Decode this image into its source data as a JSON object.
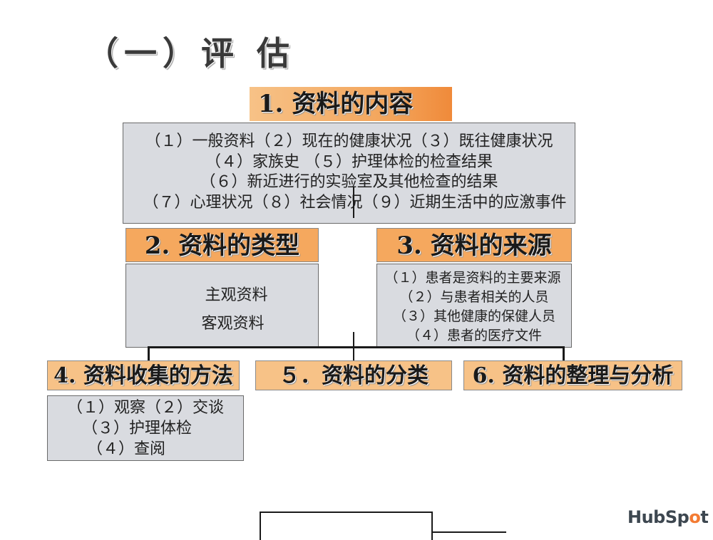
{
  "title": "（一）评 估",
  "content_box": {
    "heading": "1. 资料的内容",
    "lines": [
      "（１）一般资料（２）现在的健康状况（３）既往健康状况",
      "（４）家族史 （５）护理体检的检查结果",
      "（６）新近进行的实验室及其他检查的结果",
      "（７）心理状况（８）社会情况（９）近期生活中的应激事件"
    ]
  },
  "types_box": {
    "heading": "2. 资料的类型",
    "lines": [
      "主观资料",
      "客观资料"
    ]
  },
  "sources_box": {
    "heading": "3. 资料的来源",
    "lines": [
      "（１）患者是资料的主要来源",
      "（２）与患者相关的人员",
      "（３）其他健康的保健人员",
      "（４）患者的医疗文件"
    ]
  },
  "methods_box": {
    "heading": "4. 资料收集的方法",
    "lines": [
      "（１）观察（２）交谈",
      "（３）护理体检",
      "（４）查阅"
    ]
  },
  "classify_box": {
    "heading": "５．资料的分类"
  },
  "analysis_box": {
    "heading": "6. 资料的整理与分析"
  },
  "logo": {
    "text_main": "HubSp",
    "text_o": "o",
    "text_end": "t"
  },
  "colors": {
    "orange": "#f7c287",
    "orange_accent": "#f08a3a",
    "gray_box": "#d9dbe0",
    "logo_orange": "#f37b33"
  }
}
